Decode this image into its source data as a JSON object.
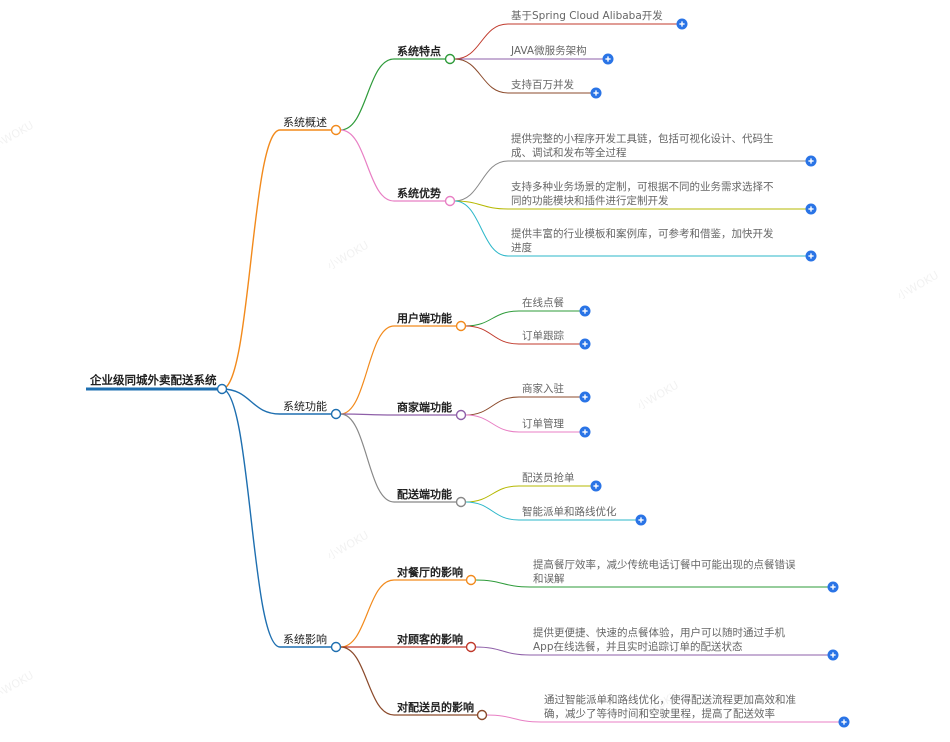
{
  "root": {
    "label": "企业级同城外卖配送系统",
    "color": "#1e6fb0"
  },
  "watermark": "小WOKU",
  "branches": [
    {
      "id": "overview",
      "label": "系统概述",
      "color": "#f28a1c",
      "children": [
        {
          "id": "features",
          "label": "系统特点",
          "color": "#2e9b3a",
          "leaves": [
            {
              "lines": [
                "基于Spring Cloud Alibaba开发"
              ],
              "color": "#c0392b"
            },
            {
              "lines": [
                "JAVA微服务架构"
              ],
              "color": "#8e5fa8"
            },
            {
              "lines": [
                "支持百万并发"
              ],
              "color": "#8b4a2b"
            }
          ]
        },
        {
          "id": "advantages",
          "label": "系统优势",
          "color": "#e87fc4",
          "leaves": [
            {
              "lines": [
                "提供完整的小程序开发工具链，包括可视化设计、代码生",
                "成、调试和发布等全过程"
              ],
              "color": "#888888"
            },
            {
              "lines": [
                "支持多种业务场景的定制，可根据不同的业务需求选择不",
                "同的功能模块和插件进行定制开发"
              ],
              "color": "#b5b800"
            },
            {
              "lines": [
                "提供丰富的行业模板和案例库，可参考和借鉴，加快开发",
                "进度"
              ],
              "color": "#2bb7c9"
            }
          ]
        }
      ]
    },
    {
      "id": "functions",
      "label": "系统功能",
      "color": "#1e6fb0",
      "children": [
        {
          "id": "user-side",
          "label": "用户端功能",
          "color": "#f28a1c",
          "leaves": [
            {
              "lines": [
                "在线点餐"
              ],
              "color": "#2e9b3a"
            },
            {
              "lines": [
                "订单跟踪"
              ],
              "color": "#c0392b"
            }
          ]
        },
        {
          "id": "merchant-side",
          "label": "商家端功能",
          "color": "#8e5fa8",
          "leaves": [
            {
              "lines": [
                "商家入驻"
              ],
              "color": "#8b4a2b"
            },
            {
              "lines": [
                "订单管理"
              ],
              "color": "#e87fc4"
            }
          ]
        },
        {
          "id": "courier-side",
          "label": "配送端功能",
          "color": "#888888",
          "leaves": [
            {
              "lines": [
                "配送员抢单"
              ],
              "color": "#b5b800"
            },
            {
              "lines": [
                "智能派单和路线优化"
              ],
              "color": "#2bb7c9"
            }
          ]
        }
      ]
    },
    {
      "id": "impact",
      "label": "系统影响",
      "color": "#1e6fb0",
      "children": [
        {
          "id": "restaurant-impact",
          "label": "对餐厅的影响",
          "color": "#f28a1c",
          "leaves": [
            {
              "lines": [
                "提高餐厅效率，减少传统电话订餐中可能出现的点餐错误",
                "和误解"
              ],
              "color": "#2e9b3a"
            }
          ]
        },
        {
          "id": "customer-impact",
          "label": "对顾客的影响",
          "color": "#c0392b",
          "leaves": [
            {
              "lines": [
                "提供更便捷、快速的点餐体验，用户可以随时通过手机",
                "App在线选餐，并且实时追踪订单的配送状态"
              ],
              "color": "#8e5fa8"
            }
          ]
        },
        {
          "id": "courier-impact",
          "label": "对配送员的影响",
          "color": "#8b4a2b",
          "leaves": [
            {
              "lines": [
                "通过智能派单和路线优化，使得配送流程更加高效和准",
                "确，减少了等待时间和空驶里程，提高了配送效率"
              ],
              "color": "#e87fc4"
            }
          ]
        }
      ]
    }
  ]
}
